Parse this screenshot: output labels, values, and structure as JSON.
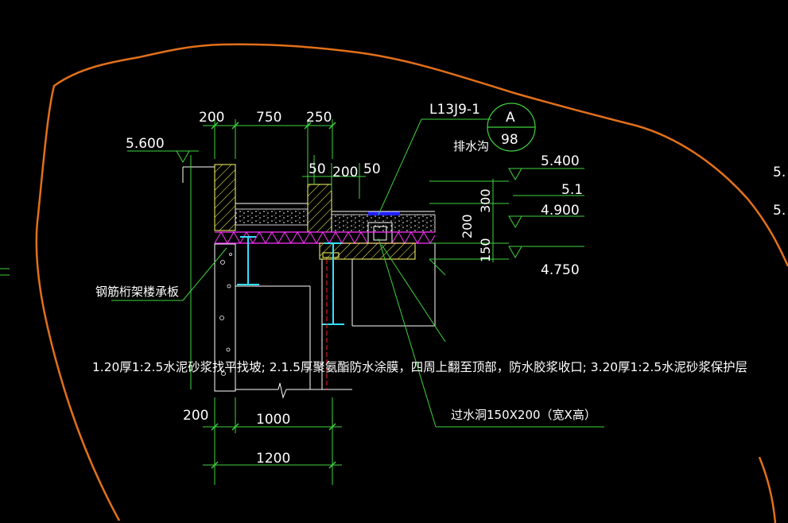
{
  "colors": {
    "background": "#000000",
    "cloud": "#e2701a",
    "dimension": "#3fd33f",
    "leader": "#3fd33f",
    "concrete": "#ffff66",
    "insulation": "#ff33ff",
    "steel": "#33e0ff",
    "text": "#ffffff",
    "drain": "#2020ff",
    "axis": "#ff2020"
  },
  "dimensions": {
    "top_200": "200",
    "top_750": "750",
    "top_250": "250",
    "curb_50_left": "50",
    "curb_200": "200",
    "curb_50_right": "50",
    "vertical_300": "300",
    "vertical_200": "200",
    "vertical_150": "150",
    "bottom_200": "200",
    "bottom_1000": "1000",
    "bottom_1200": "1200"
  },
  "elevations": {
    "left_5600": "5.600",
    "right_5400": "5.400",
    "right_5_1": "5.1",
    "right_4900": "4.900",
    "right_4750": "4.750",
    "edge_1": "5.",
    "edge_2": "5."
  },
  "reference": {
    "atlas": "L13J9-1",
    "detail_letter": "A",
    "detail_page": "98",
    "drain_label": "排水沟"
  },
  "labels": {
    "steel_deck": "钢筋桁架楼承板",
    "construction_notes": "1.20厚1:2.5水泥砂浆找平找坡; 2.1.5厚聚氨酯防水涂膜，四周上翻至顶部，防水胶浆收口; 3.20厚1:2.5水泥砂浆保护层",
    "opening": "过水洞150X200（宽X高）"
  }
}
